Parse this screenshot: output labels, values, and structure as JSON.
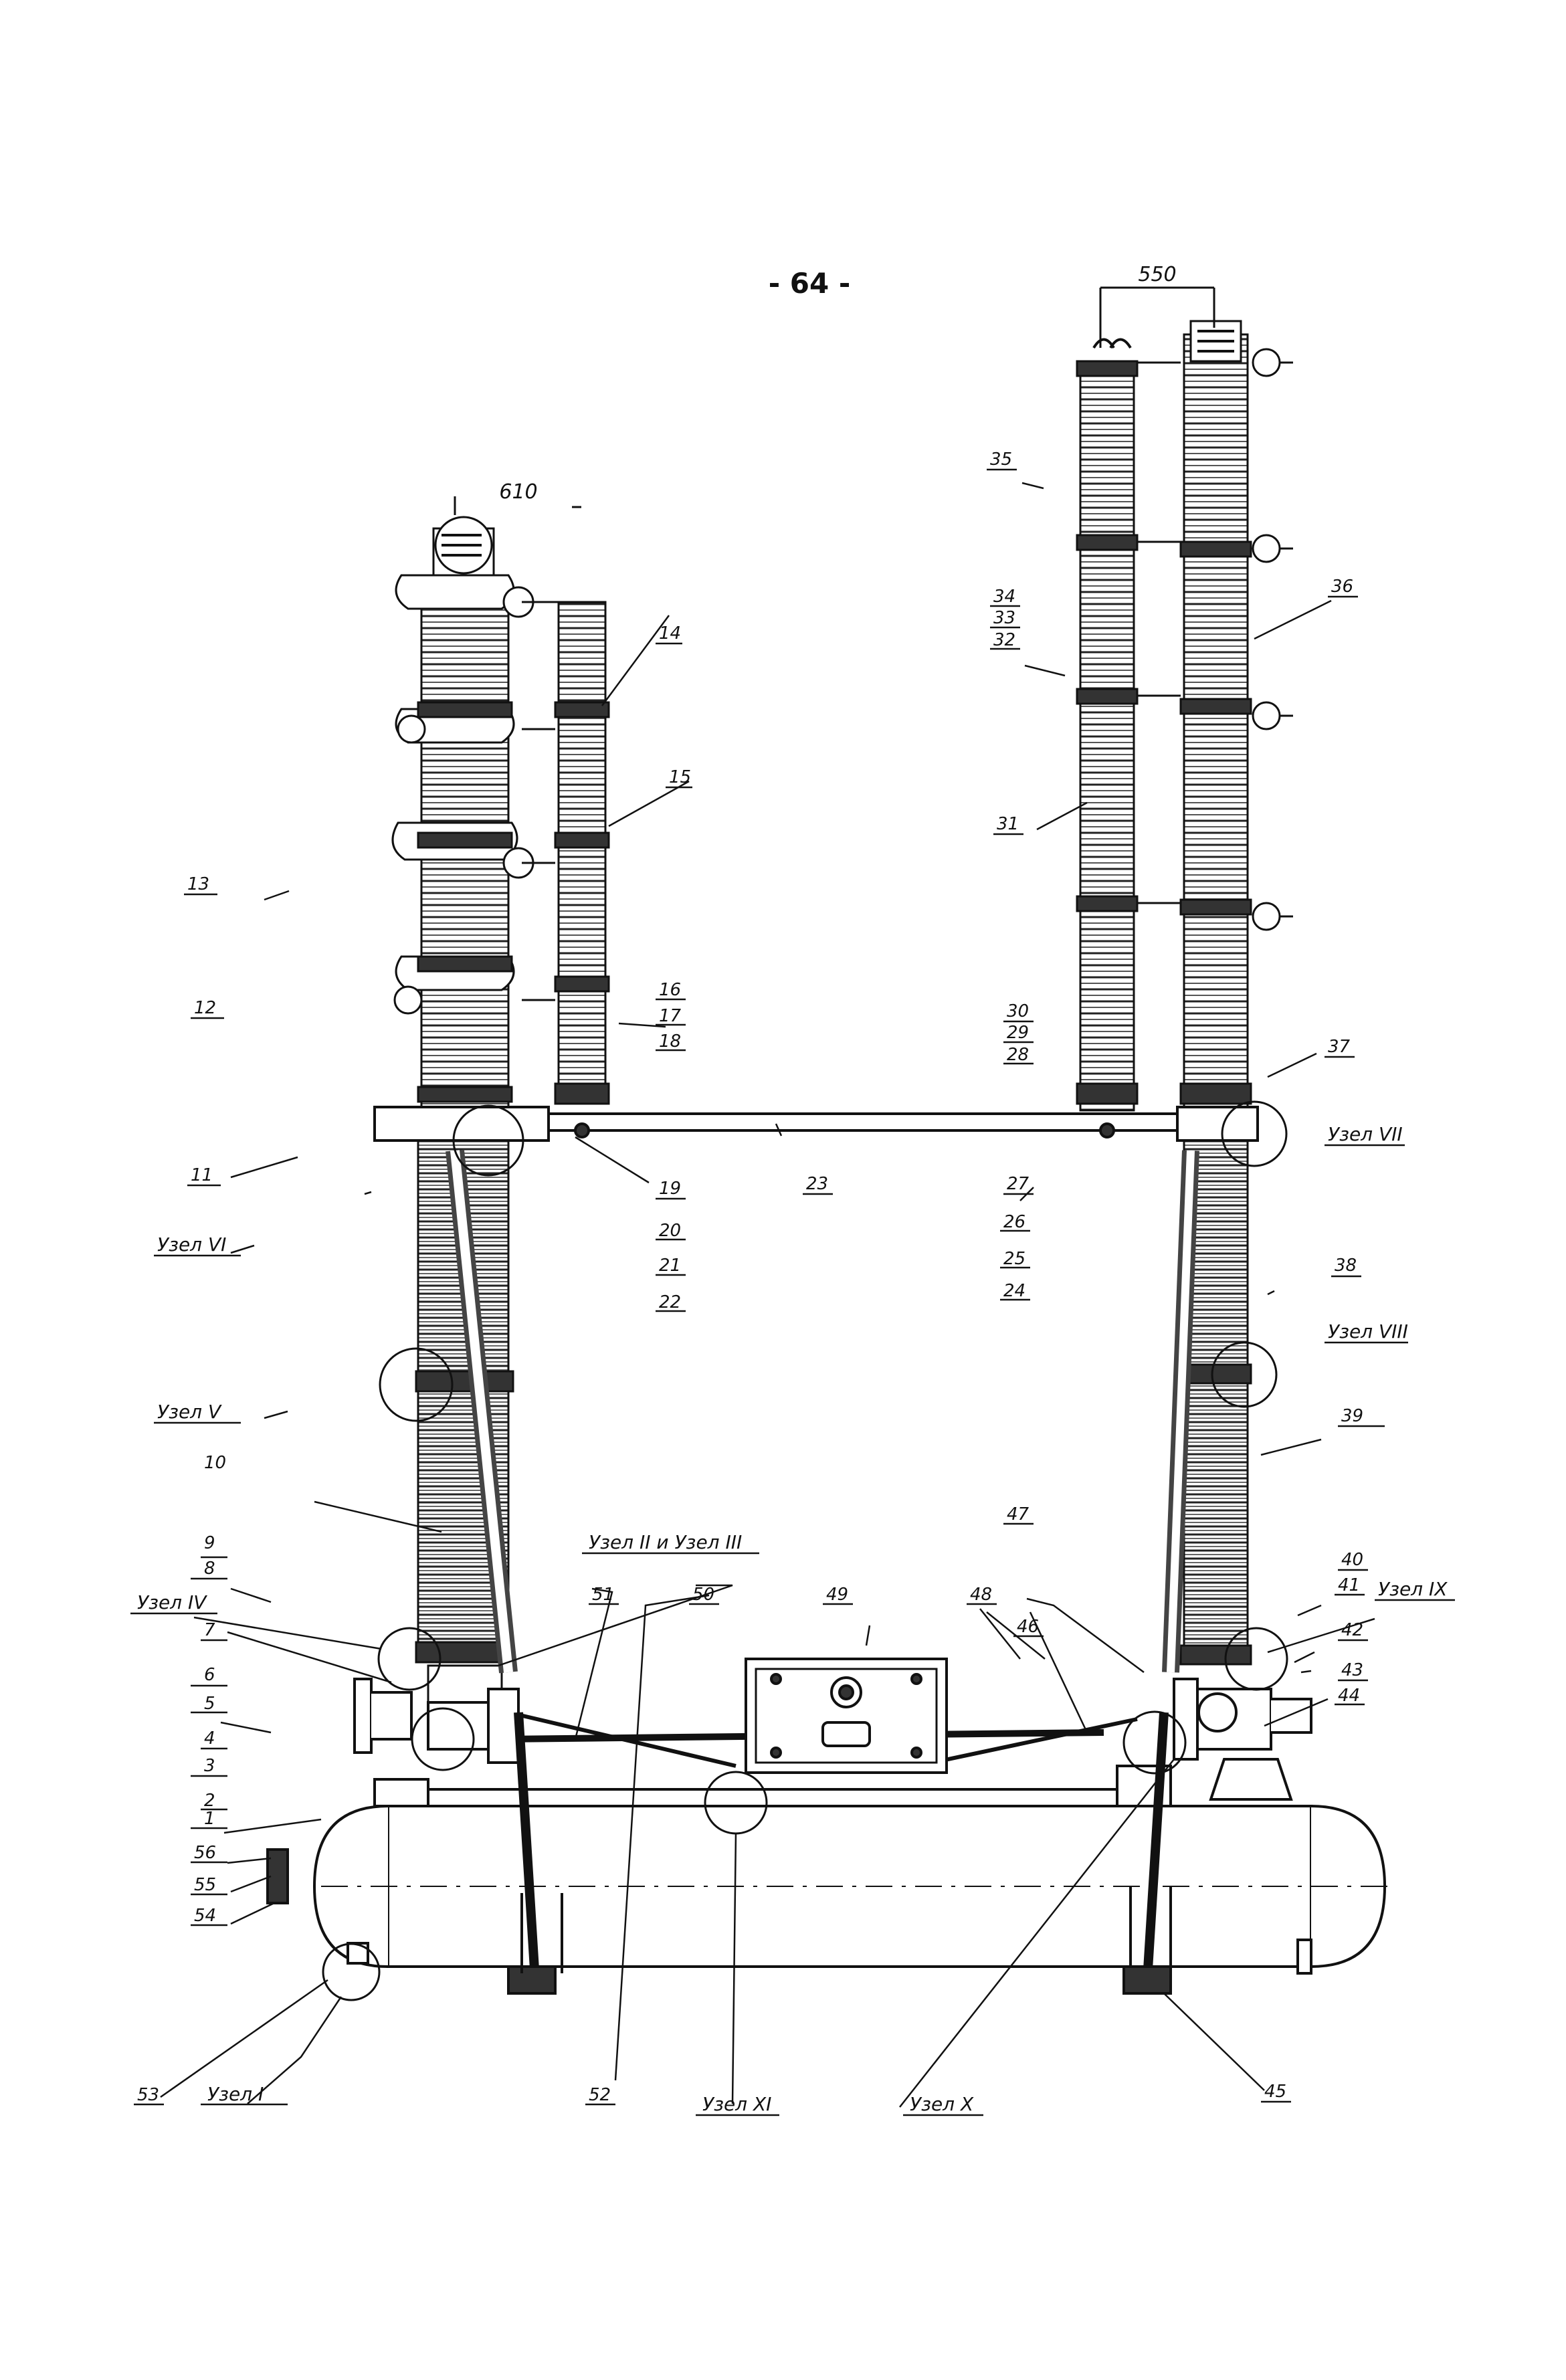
{
  "page_number": "- 64 -",
  "dimensions": {
    "top_right": "550",
    "top_left": "610"
  },
  "labels": {
    "l1": "1",
    "l2": "2",
    "l3": "3",
    "l4": "4",
    "l5": "5",
    "l6": "6",
    "l7": "7",
    "l8": "8",
    "l9": "9",
    "l10": "10",
    "l11": "11",
    "l12": "12",
    "l13": "13",
    "l14": "14",
    "l15": "15",
    "l16": "16",
    "l17": "17",
    "l18": "18",
    "l19": "19",
    "l20": "20",
    "l21": "21",
    "l22": "22",
    "l23": "23",
    "l24": "24",
    "l25": "25",
    "l26": "26",
    "l27": "27",
    "l28": "28",
    "l29": "29",
    "l30": "30",
    "l31": "31",
    "l32": "32",
    "l33": "33",
    "l34": "34",
    "l35": "35",
    "l36": "36",
    "l37": "37",
    "l38": "38",
    "l39": "39",
    "l40": "40",
    "l41": "41",
    "l42": "42",
    "l43": "43",
    "l44": "44",
    "l45": "45",
    "l46": "46",
    "l47": "47",
    "l48": "48",
    "l49": "49",
    "l50": "50",
    "l51": "51",
    "l52": "52",
    "l53": "53",
    "l54": "54",
    "l55": "55",
    "l56": "56"
  },
  "nodes": {
    "n1": "Узел I",
    "n23": "Узел II и Узел III",
    "n4": "Узел IV",
    "n5": "Узел V",
    "n6": "Узел VI",
    "n7": "Узел VII",
    "n8": "Узел VIII",
    "n9": "Узел IX",
    "n10": "Узел X",
    "n11": "Узел XI"
  }
}
